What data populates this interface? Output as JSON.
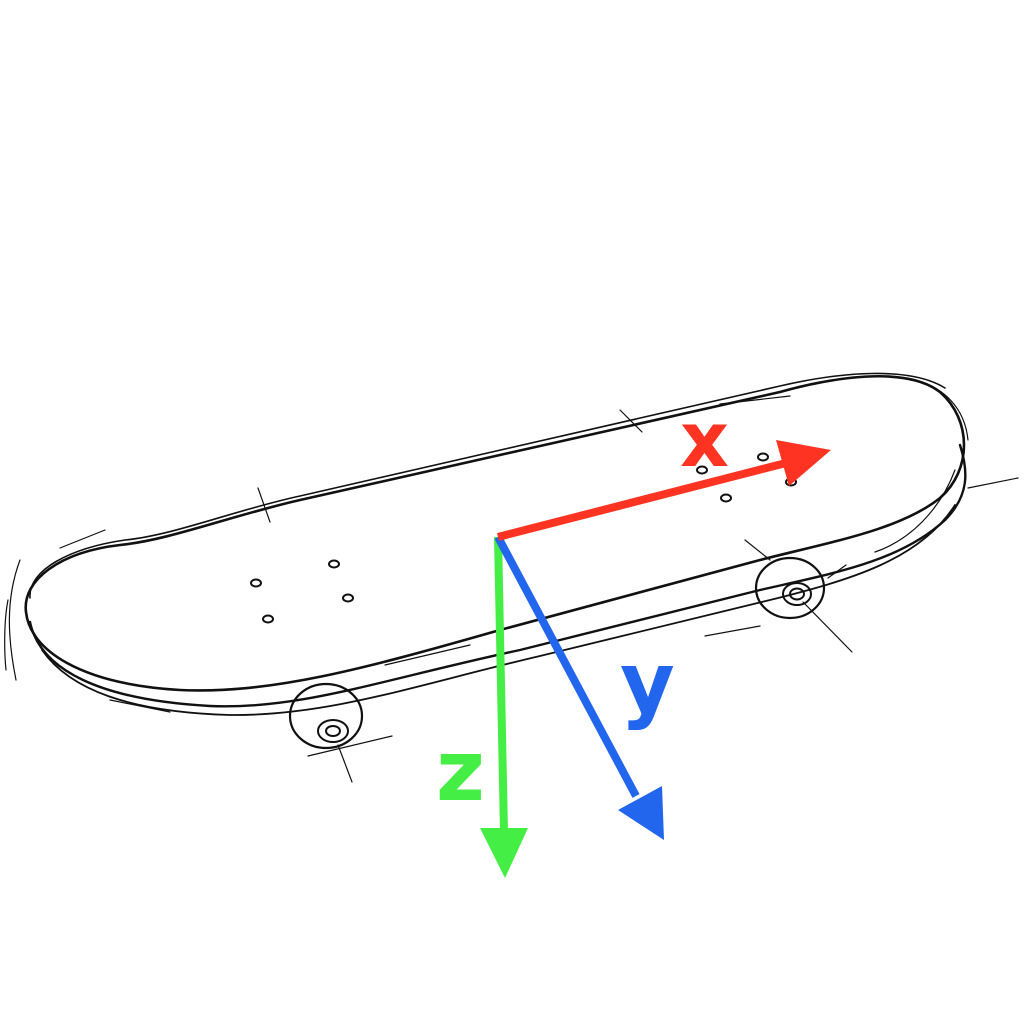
{
  "axes": {
    "x": {
      "label": "x",
      "color": "#ff3322"
    },
    "y": {
      "label": "y",
      "color": "#2266ee"
    },
    "z": {
      "label": "z",
      "color": "#44ee44"
    }
  },
  "drawing": {
    "subject": "skateboard-sketch",
    "line_color": "#111111"
  }
}
